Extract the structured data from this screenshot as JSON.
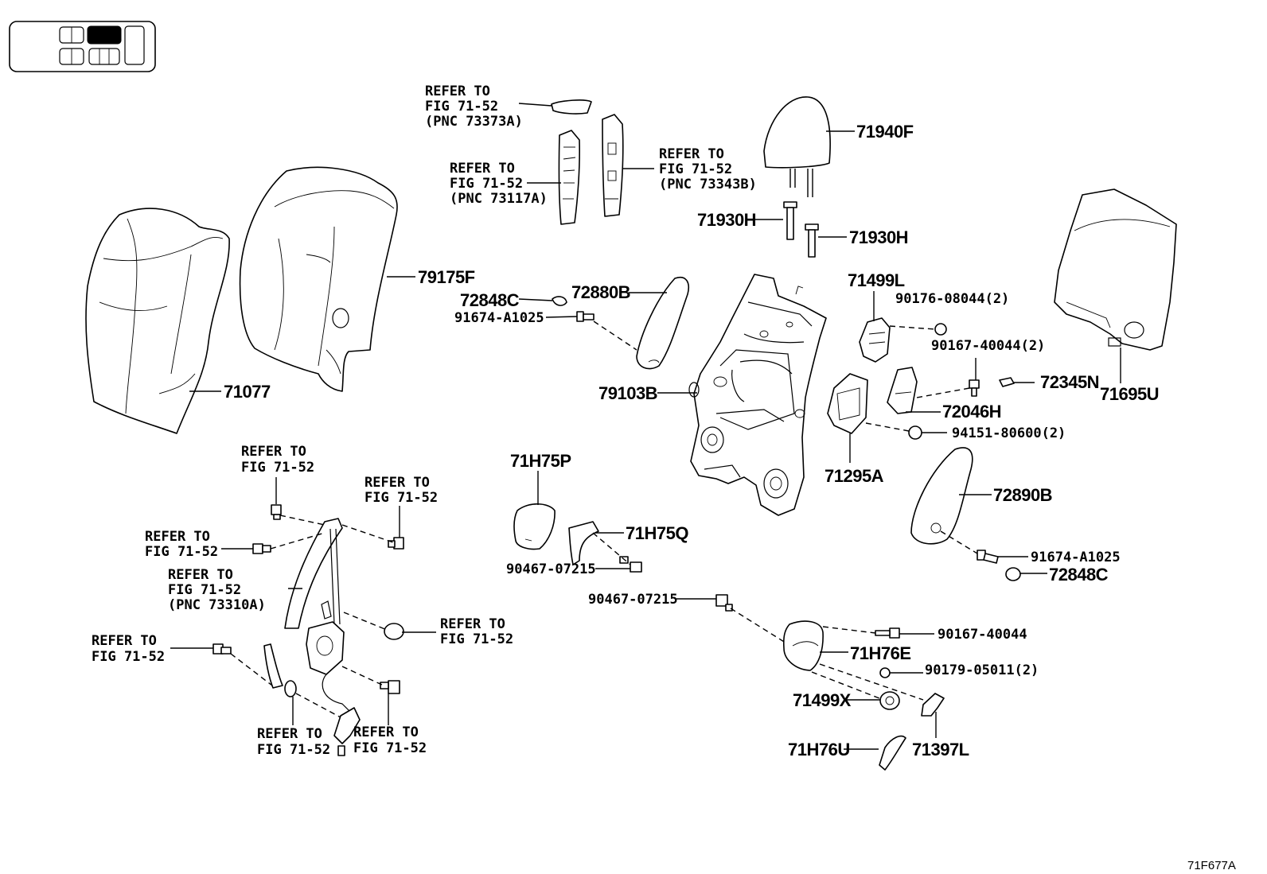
{
  "figure_code": "71F677A",
  "refer": {
    "r1": [
      "REFER TO",
      "FIG 71-52",
      "(PNC 73373A)"
    ],
    "r2": [
      "REFER TO",
      "FIG 71-52",
      "(PNC 73117A)"
    ],
    "r3": [
      "REFER TO",
      "FIG 71-52",
      "(PNC 73343B)"
    ],
    "r4": [
      "REFER TO",
      "FIG 71-52"
    ],
    "r5": [
      "REFER TO",
      "FIG 71-52"
    ],
    "r6": [
      "REFER TO",
      "FIG 71-52"
    ],
    "r7": [
      "REFER TO",
      "FIG 71-52",
      "(PNC 73310A)"
    ],
    "r8": [
      "REFER TO",
      "FIG 71-52"
    ],
    "r9": [
      "REFER TO",
      "FIG 71-52"
    ],
    "r10": [
      "REFER TO",
      "FIG 71-52"
    ],
    "r11": [
      "REFER TO",
      "FIG 71-52"
    ]
  },
  "parts": {
    "p71940F": "71940F",
    "p71930H_a": "71930H",
    "p71930H_b": "71930H",
    "p79175F": "79175F",
    "p71077": "71077",
    "p72848C_a": "72848C",
    "p72880B": "72880B",
    "p91674_a": "91674-A1025",
    "p79103B": "79103B",
    "p71499L": "71499L",
    "p90176": "90176-08044(2)",
    "p90167_2": "90167-40044(2)",
    "p72345N": "72345N",
    "p71695U": "71695U",
    "p72046H": "72046H",
    "p94151": "94151-80600(2)",
    "p71295A": "71295A",
    "p72890B": "72890B",
    "p91674_b": "91674-A1025",
    "p72848C_b": "72848C",
    "p71H75P": "71H75P",
    "p71H75Q": "71H75Q",
    "p90467_a": "90467-07215",
    "p90467_b": "90467-07215",
    "p90167": "90167-40044",
    "p71H76E": "71H76E",
    "p90179": "90179-05011(2)",
    "p71499X": "71499X",
    "p71H76U": "71H76U",
    "p71397L": "71397L"
  }
}
